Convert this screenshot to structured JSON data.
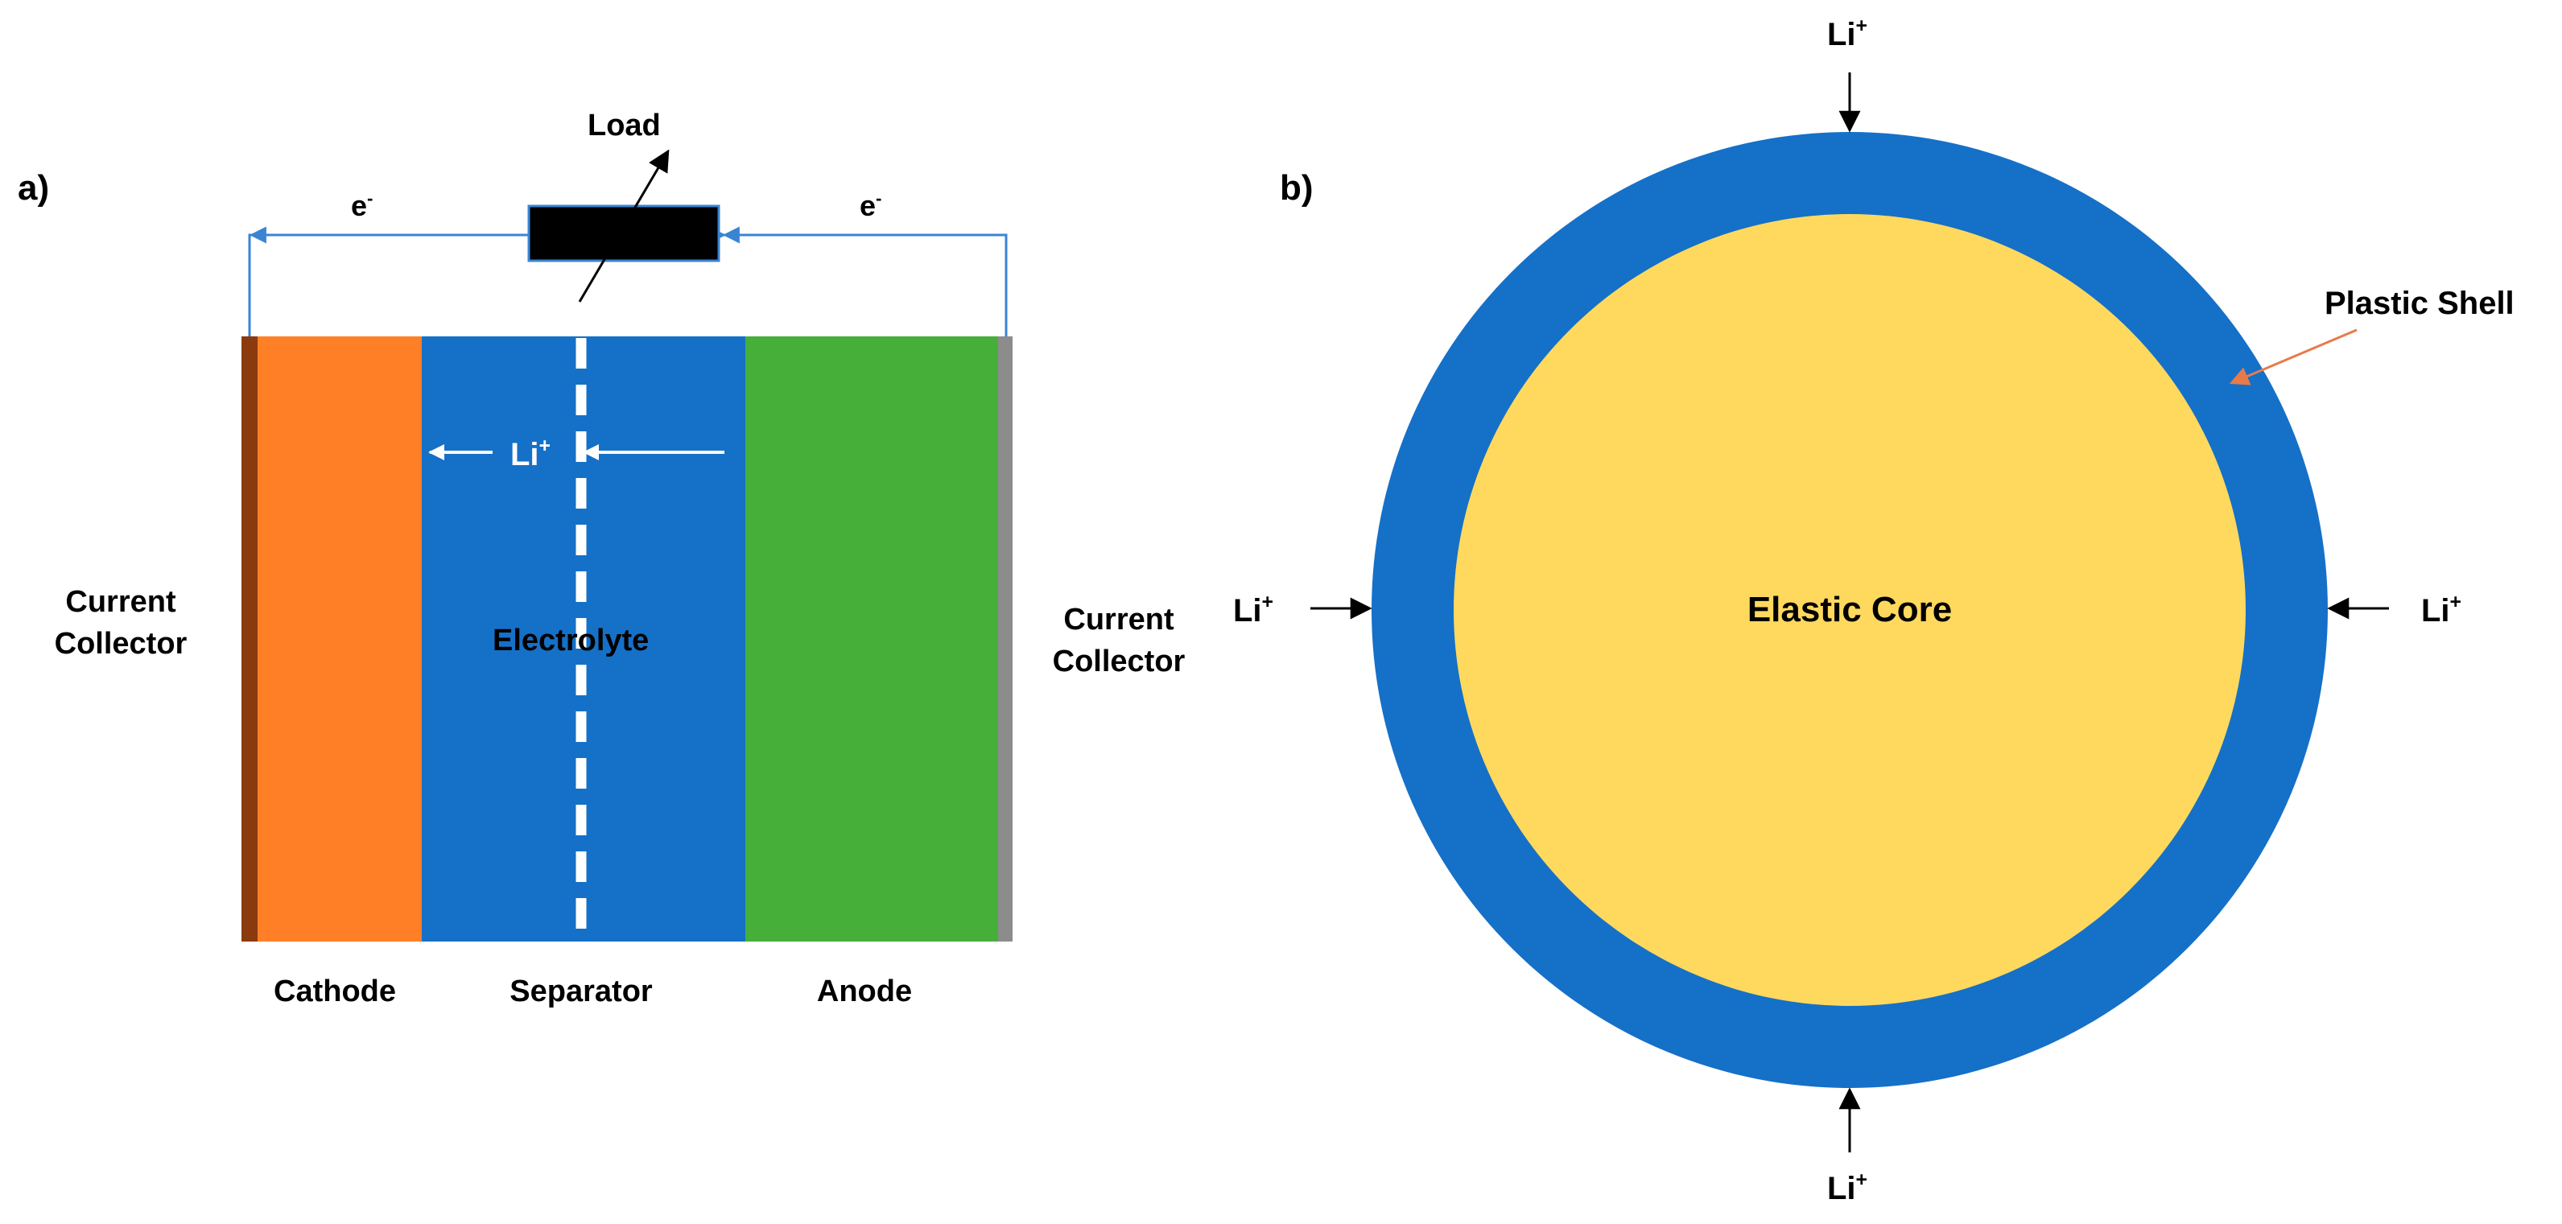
{
  "colors": {
    "cathode": "#FF7F27",
    "cathode_collector": "#8B3A0E",
    "electrolyte": "#1570C8",
    "anode": "#45AF3A",
    "anode_collector": "#8C8C8C",
    "wire": "#3A84D4",
    "load": "#000000",
    "shell": "#1570C8",
    "core": "#FFD95E",
    "pointer": "#E87A4A",
    "white": "#FFFFFF"
  },
  "panel_a": {
    "label": "a)",
    "load_label": "Load",
    "electron_left": "e",
    "electron_right": "e",
    "electron_sup": "-",
    "ion_label": "Li",
    "ion_sup": "+",
    "electrolyte_label": "Electrolyte",
    "left_collector_line1": "Current",
    "left_collector_line2": "Collector",
    "right_collector_line1": "Current",
    "right_collector_line2": "Collector",
    "cathode_label": "Cathode",
    "separator_label": "Separator",
    "anode_label": "Anode"
  },
  "panel_b": {
    "label": "b)",
    "core_label": "Elastic Core",
    "shell_label": "Plastic Shell",
    "ion_label": "Li",
    "ion_sup": "+"
  }
}
